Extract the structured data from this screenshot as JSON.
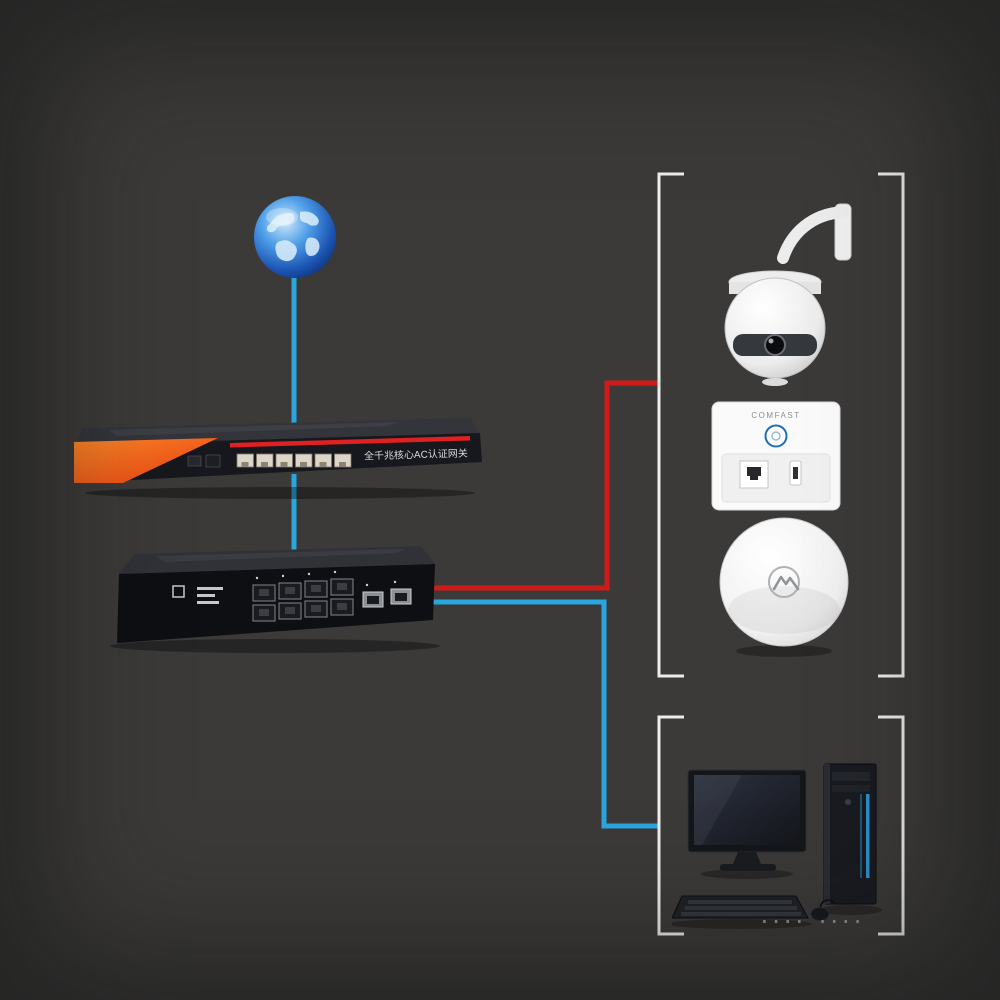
{
  "scene": {
    "background": "#3b3a39",
    "bracket_color": "#ececec"
  },
  "lines": {
    "blue": "#2aa6df",
    "red": "#d01b1b"
  },
  "devices": {
    "internet": "internet-globe",
    "gateway": "ac-gateway-router",
    "switch": "poe-switch",
    "camera": "ptz-dome-camera",
    "wall_ap": "in-wall-access-point",
    "ceiling_ap": "ceiling-access-point",
    "computer": "desktop-computer"
  },
  "gateway": {
    "label": "全千兆核心AC认证网关"
  },
  "wall_ap": {
    "brand": "COMFAST"
  },
  "footer": {
    "ellipsis": "···· ····"
  }
}
